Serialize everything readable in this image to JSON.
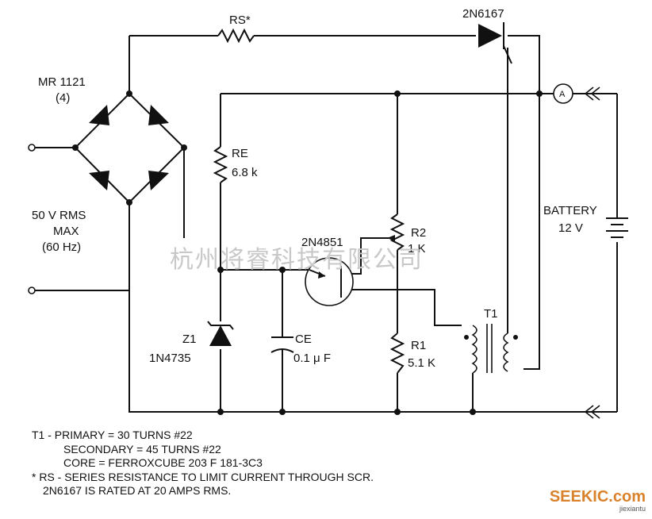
{
  "components": {
    "rs": "RS*",
    "scr": "2N6167",
    "bridge_name": "MR 1121",
    "bridge_qty": "(4)",
    "re_name": "RE",
    "re_value": "6.8 k",
    "input_voltage": "50 V RMS",
    "input_max": "MAX",
    "input_freq": "(60 Hz)",
    "ujt": "2N4851",
    "r2_name": "R2",
    "r2_value": "1 K",
    "r1_name": "R1",
    "r1_value": "5.1 K",
    "z1_name": "Z1",
    "z1_part": "1N4735",
    "ce_name": "CE",
    "ce_value": "0.1 μ F",
    "t1": "T1",
    "ammeter": "A",
    "battery_label": "BATTERY",
    "battery_voltage": "12 V"
  },
  "notes": {
    "line1": "T1 - PRIMARY = 30 TURNS #22",
    "line2": "SECONDARY = 45 TURNS #22",
    "line3": "CORE = FERROXCUBE 203 F 181-3C3",
    "line4": "* RS - SERIES RESISTANCE TO LIMIT CURRENT THROUGH SCR.",
    "line5": "2N6167 IS RATED AT 20 AMPS RMS."
  },
  "watermark": "杭州将睿科技有限公司",
  "logo": {
    "main": "SEEKIC.com",
    "sub": "jiexiantu"
  }
}
